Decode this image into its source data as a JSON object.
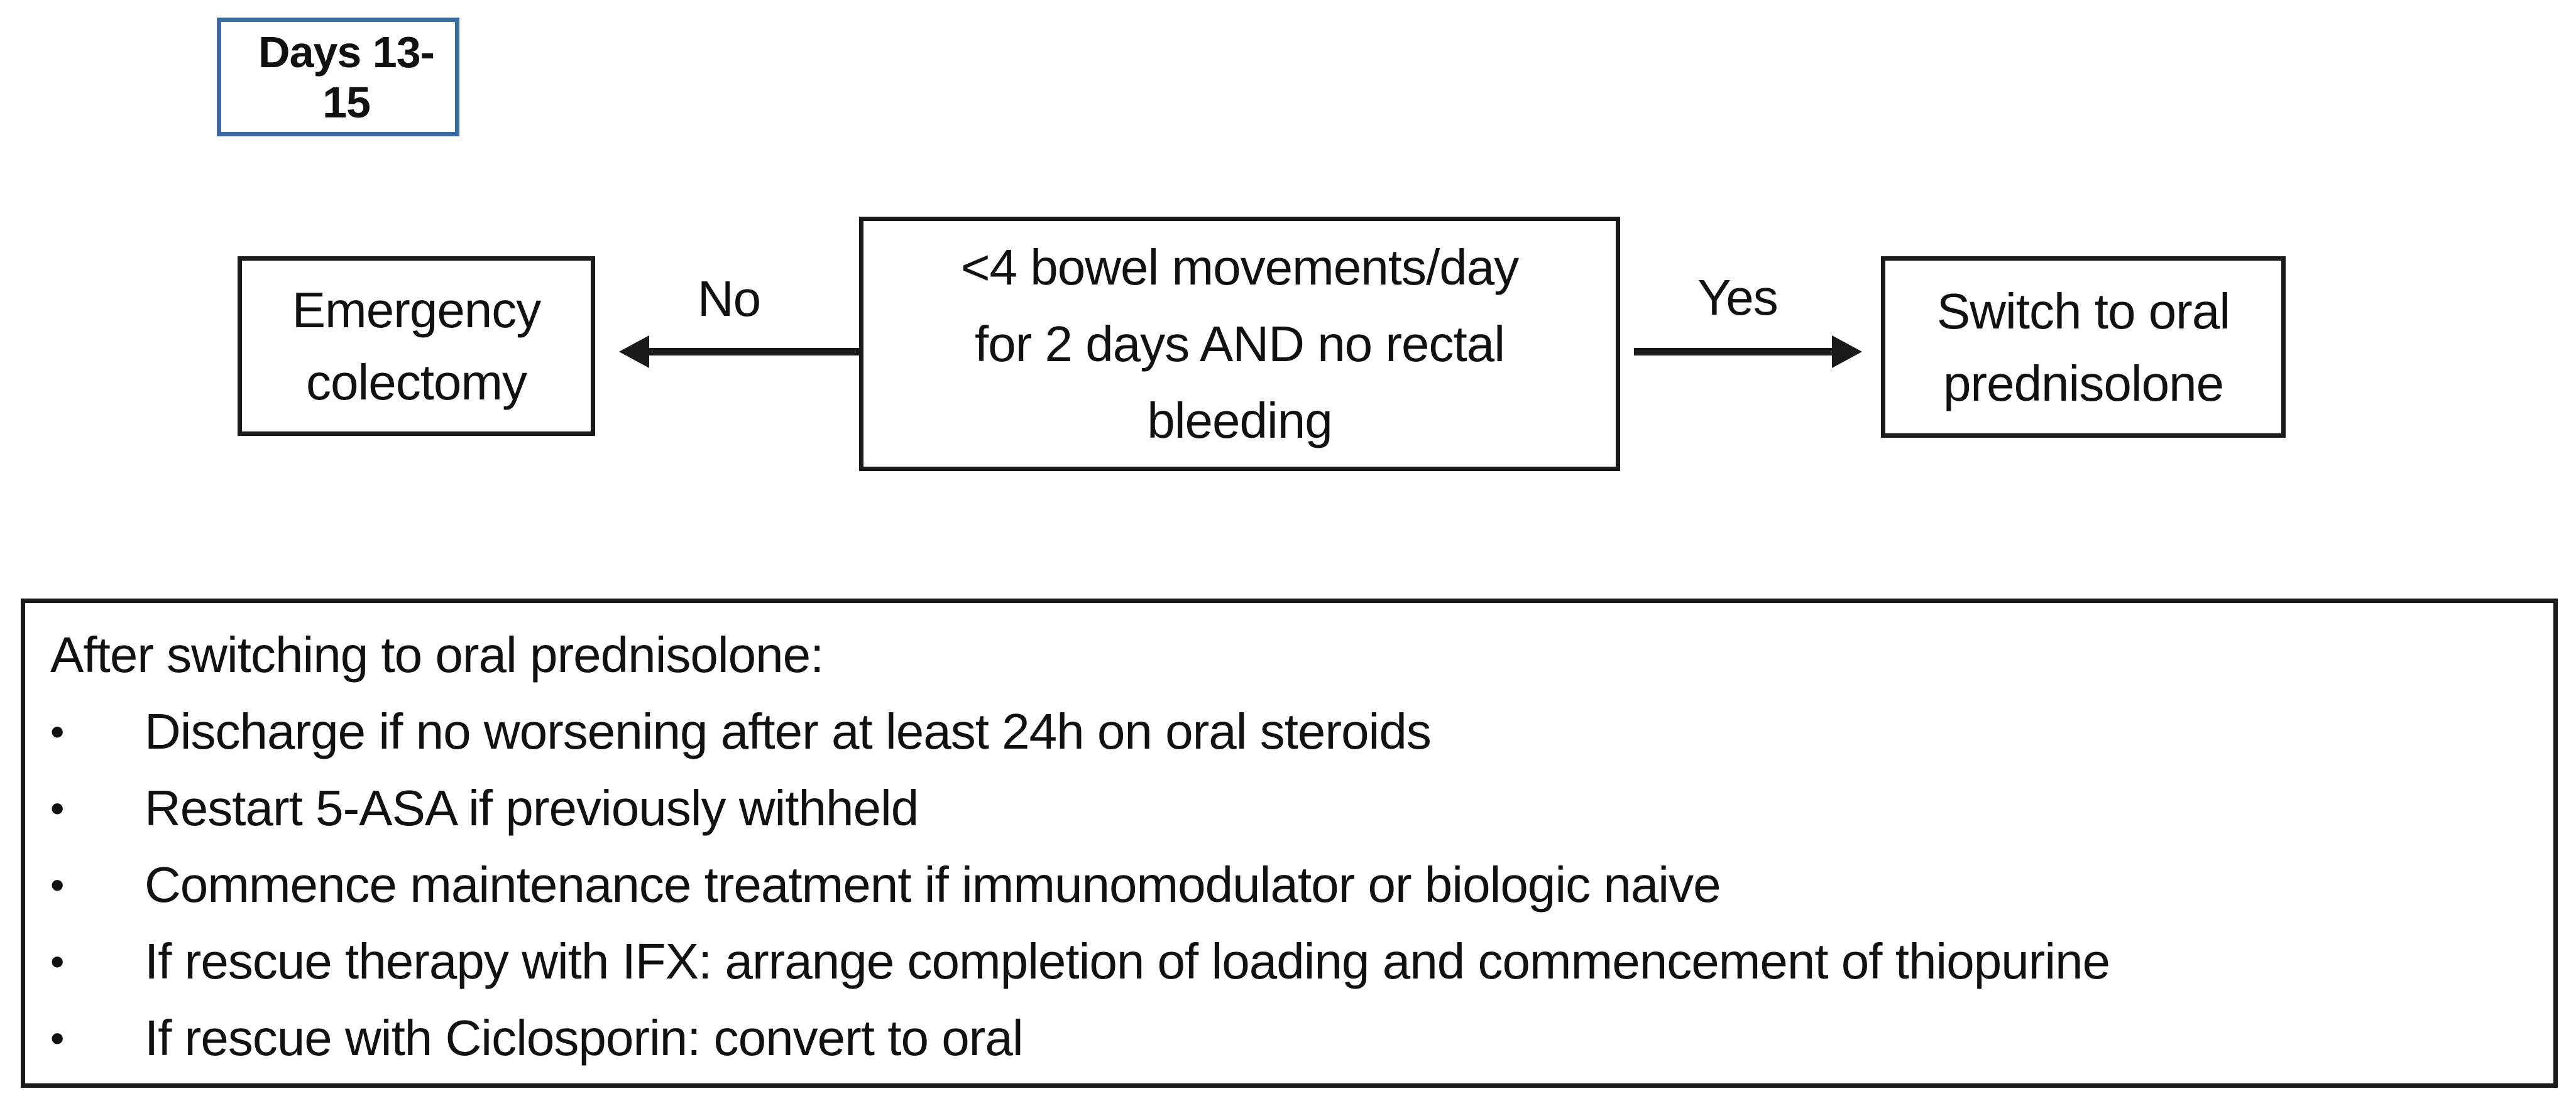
{
  "title_box": {
    "label": "Days 13-15"
  },
  "flowchart": {
    "decision_box": {
      "text": "<4 bowel movements/day for 2 days AND no rectal bleeding",
      "lines": [
        "<4 bowel movements/day",
        "for 2 days AND no rectal",
        "bleeding"
      ]
    },
    "no_branch": {
      "label": "No",
      "target": {
        "text": "Emergency colectomy",
        "lines": [
          "Emergency",
          "colectomy"
        ]
      }
    },
    "yes_branch": {
      "label": "Yes",
      "target": {
        "text": "Switch to oral prednisolone",
        "lines": [
          "Switch to oral",
          "prednisolone"
        ]
      }
    }
  },
  "notes_panel": {
    "heading": "After switching to oral prednisolone:",
    "bullet_glyph": "•",
    "bullets": [
      "Discharge if no worsening after at least 24h on oral steroids",
      "Restart 5-ASA if previously withheld",
      "Commence maintenance treatment if immunomodulator or biologic naive",
      "If rescue therapy with IFX: arrange completion of loading and commencement of thiopurine",
      "If rescue with Ciclosporin: convert to oral"
    ]
  },
  "colors": {
    "accent_blue": "#3a6ba3",
    "line_black": "#1a1a1a"
  }
}
